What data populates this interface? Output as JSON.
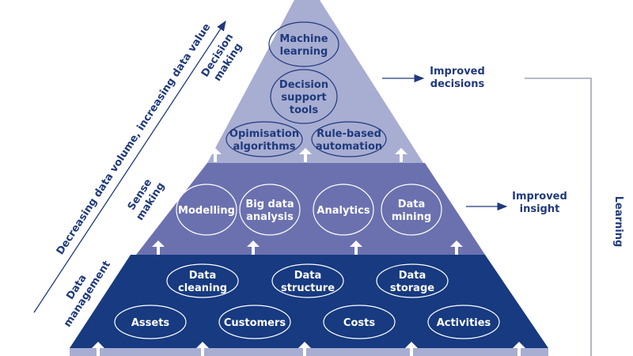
{
  "colors": {
    "top_tier": "#a8add2",
    "middle_tier": "#6b71ae",
    "bottom_tier": "#173a80",
    "text_dark": "#1f3a7c",
    "white": "#ffffff"
  },
  "axis_label": "Decreasing data volume, increasing data value",
  "tiers": {
    "top": {
      "label_lines": [
        "Decision",
        "making"
      ],
      "items": [
        [
          "Machine",
          "learning"
        ],
        [
          "Decision",
          "support",
          "tools"
        ],
        [
          "Opimisation",
          "algorithms"
        ],
        [
          "Rule-based",
          "automation"
        ]
      ]
    },
    "middle": {
      "label_lines": [
        "Sense",
        "making"
      ],
      "items": [
        [
          "Modelling"
        ],
        [
          "Big data",
          "analysis"
        ],
        [
          "Analytics"
        ],
        [
          "Data",
          "mining"
        ]
      ]
    },
    "bottom": {
      "label_lines": [
        "Data",
        "management"
      ],
      "items": [
        [
          "Data",
          "cleaning"
        ],
        [
          "Data",
          "structure"
        ],
        [
          "Data",
          "storage"
        ],
        [
          "Assets"
        ],
        [
          "Customers"
        ],
        [
          "Costs"
        ],
        [
          "Activities"
        ]
      ]
    }
  },
  "outcomes": {
    "decisions": [
      "Improved",
      "decisions"
    ],
    "insight": [
      "Improved",
      "insight"
    ],
    "feedback": "Learning"
  }
}
